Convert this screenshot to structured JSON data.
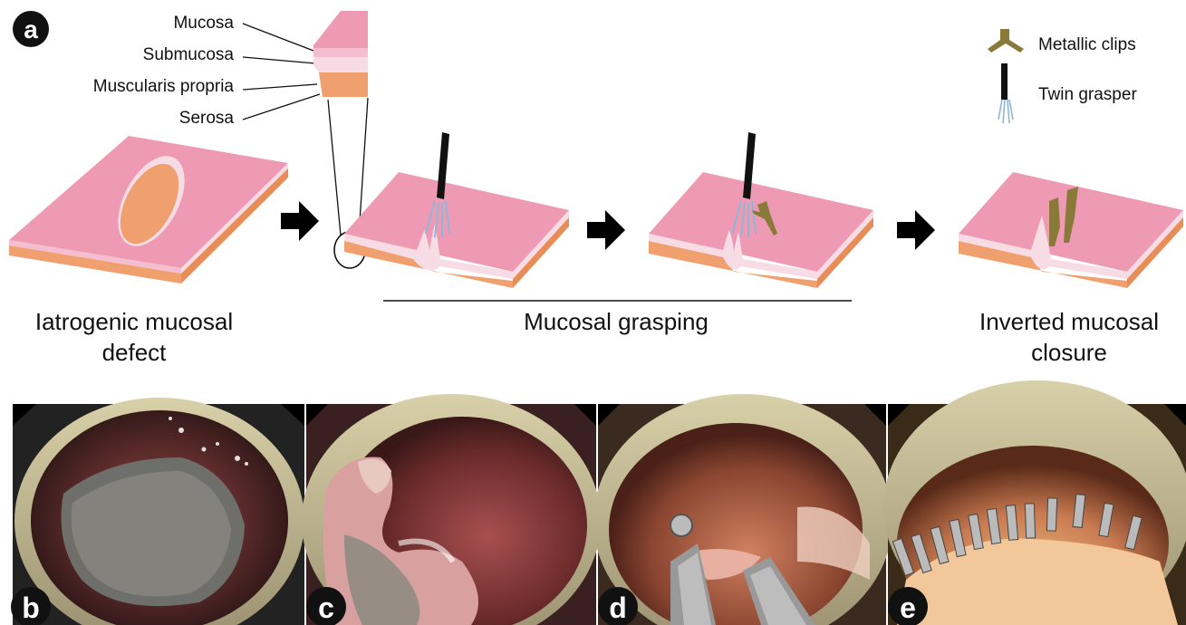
{
  "panel_letters": {
    "a": "a",
    "b": "b",
    "c": "c",
    "d": "d",
    "e": "e"
  },
  "layer_labels": {
    "mucosa": "Mucosa",
    "submucosa": "Submucosa",
    "muscularis": "Muscularis propria",
    "serosa": "Serosa"
  },
  "legend": {
    "clips": "Metallic clips",
    "grasper": "Twin grasper"
  },
  "stage_captions": {
    "defect_line1": "Iatrogenic mucosal",
    "defect_line2": "defect",
    "grasping": "Mucosal grasping",
    "closure_line1": "Inverted mucosal",
    "closure_line2": "closure"
  },
  "colors": {
    "mucosa": "#ef9ab5",
    "mucosa_side": "#f3bfd0",
    "submucosa": "#f7dbe5",
    "muscularis": "#f0a06e",
    "clip": "#8a7a3a",
    "grasper_shaft": "#111111",
    "grasper_tines": "#8fb6d4",
    "arrow": "#000000"
  },
  "icons": {
    "clip": "metallic-clip-icon",
    "grasper": "twin-grasper-icon",
    "arrow": "right-arrow-icon"
  }
}
